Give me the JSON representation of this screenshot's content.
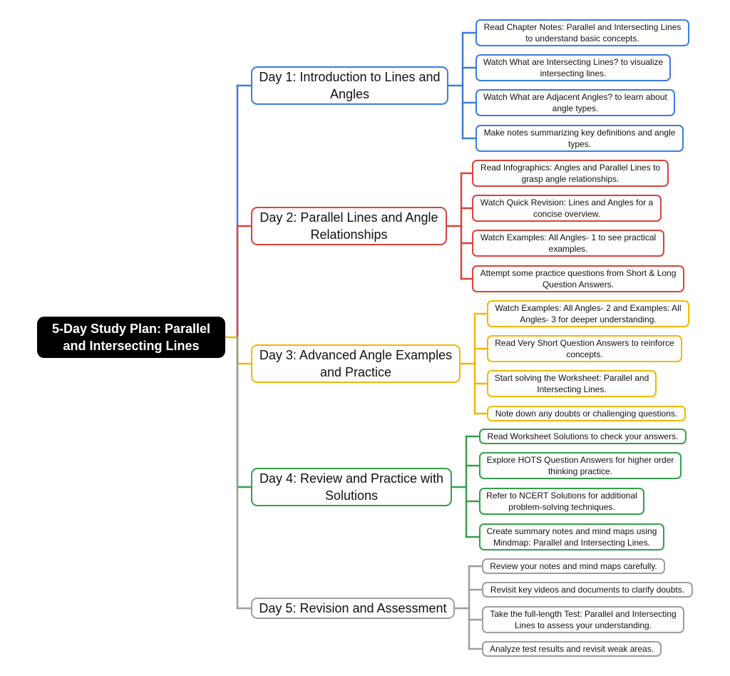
{
  "root": {
    "title": "5-Day Study Plan: Parallel and Intersecting Lines"
  },
  "days": [
    {
      "title": "Day 1: Introduction to Lines and Angles",
      "color": "#3b7ddd",
      "tasks": [
        "Read Chapter Notes: Parallel and Intersecting Lines to understand basic concepts.",
        "Watch What are Intersecting Lines? to visualize intersecting lines.",
        "Watch What are Adjacent Angles? to learn about angle types.",
        "Make notes summarizing key definitions and angle types."
      ]
    },
    {
      "title": "Day 2: Parallel Lines and Angle Relationships",
      "color": "#d9433a",
      "tasks": [
        "Read Infographics: Angles and Parallel Lines to grasp angle relationships.",
        "Watch Quick Revision: Lines and Angles for a concise overview.",
        "Watch Examples: All Angles- 1 to see practical examples.",
        "Attempt some practice questions from Short & Long Question Answers."
      ]
    },
    {
      "title": "Day 3: Advanced Angle Examples and Practice",
      "color": "#f2b705",
      "tasks": [
        "Watch Examples: All Angles- 2 and Examples: All Angles- 3 for deeper understanding.",
        "Read Very Short Question Answers to reinforce concepts.",
        "Start solving the Worksheet: Parallel and Intersecting Lines.",
        "Note down any doubts or challenging questions."
      ]
    },
    {
      "title": "Day 4: Review and Practice with Solutions",
      "color": "#34a04a",
      "tasks": [
        "Read Worksheet Solutions to check your answers.",
        "Explore HOTS Question Answers for higher order thinking practice.",
        "Refer to NCERT Solutions for additional problem-solving techniques.",
        "Create summary notes and mind maps using Mindmap: Parallel and Intersecting Lines."
      ]
    },
    {
      "title": "Day 5: Revision and Assessment",
      "color": "#9e9e9e",
      "tasks": [
        "Review your notes and mind maps carefully.",
        "Revisit key videos and documents to clarify doubts.",
        "Take the full-length Test: Parallel and Intersecting Lines to assess your understanding.",
        "Analyze test results and revisit weak areas."
      ]
    }
  ]
}
